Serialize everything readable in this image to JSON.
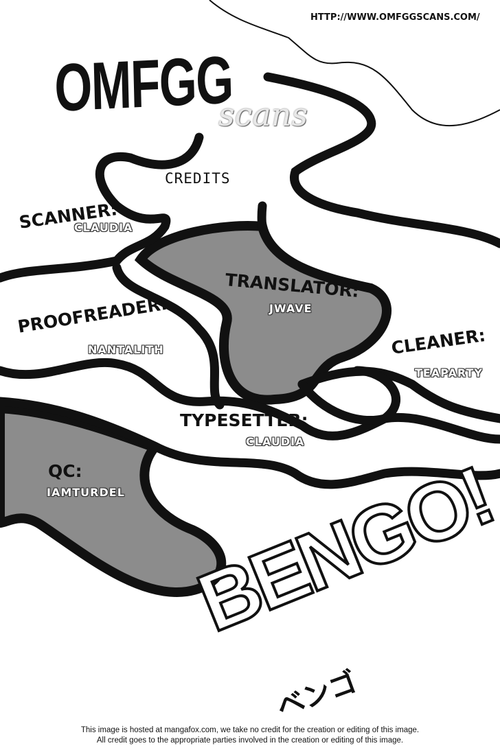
{
  "header": {
    "url": "HTTP://WWW.OMFGGSCANS.COM/",
    "logo_main": "OMFGG",
    "logo_sub": "scans",
    "heading": "CREDITS"
  },
  "credits": [
    {
      "role": "SCANNER:",
      "name": "CLAUDIA"
    },
    {
      "role": "TRANSLATOR:",
      "name": "JWAVE"
    },
    {
      "role": "PROOFREADER:",
      "name": "NANTALITH"
    },
    {
      "role": "CLEANER:",
      "name": "TEAPARTY"
    },
    {
      "role": "TYPESETTER:",
      "name": "CLAUDIA"
    },
    {
      "role": "QC:",
      "name": "IAMTURDEL"
    }
  ],
  "series_logo": {
    "title": "BENGO!",
    "subtitle": "ベンゴ"
  },
  "footer": {
    "line1": "This image is hosted at mangafox.com, we take no credit for the creation or editing of this image.",
    "line2": "All credit goes to the appropriate parties involved in the creation or editing of this image."
  },
  "colors": {
    "fill_gray": "#8c8c8c",
    "ink": "#111111"
  }
}
